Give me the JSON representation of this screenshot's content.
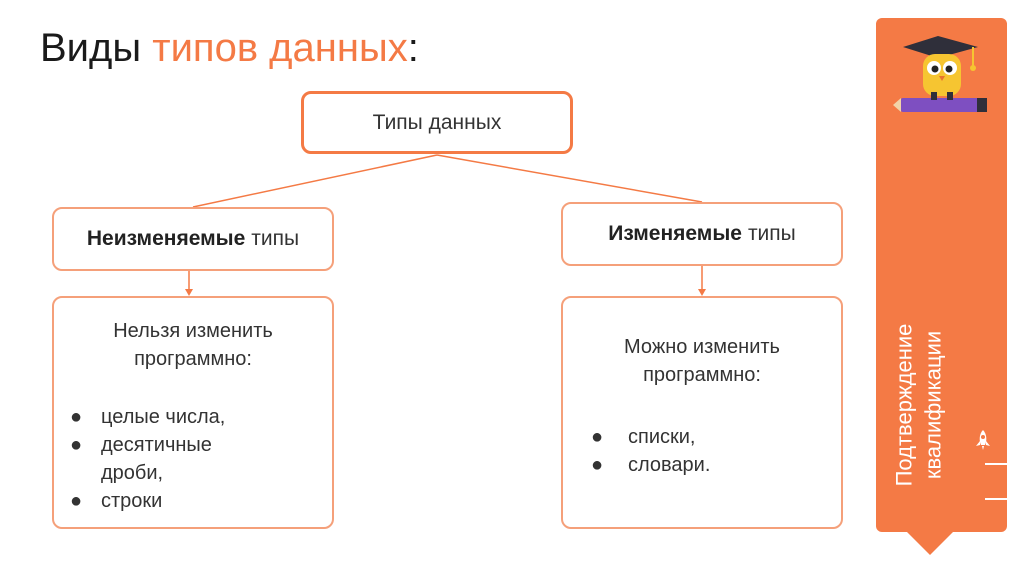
{
  "title": {
    "main": "Виды",
    "accent": "типов данных",
    "suffix": ":"
  },
  "diagram": {
    "root": "Типы данных",
    "left": {
      "heading_bold": "Неизменяемые",
      "heading_rest": "типы",
      "desc_line1": "Нельзя изменить",
      "desc_line2": "программно:",
      "items": [
        "целые числа,",
        "десятичные дроби,",
        "строки"
      ]
    },
    "right": {
      "heading_bold": "Изменяемые",
      "heading_rest": "типы",
      "desc_line1": "Можно изменить",
      "desc_line2": "программно:",
      "items": [
        "списки,",
        "словари."
      ]
    },
    "bullet": "●"
  },
  "sidebar": {
    "line1": "Подтверждение",
    "line2": "квалификации",
    "accent_color": "#f47a45",
    "icons": [
      "owl-mascot-icon",
      "rocket-icon"
    ]
  }
}
